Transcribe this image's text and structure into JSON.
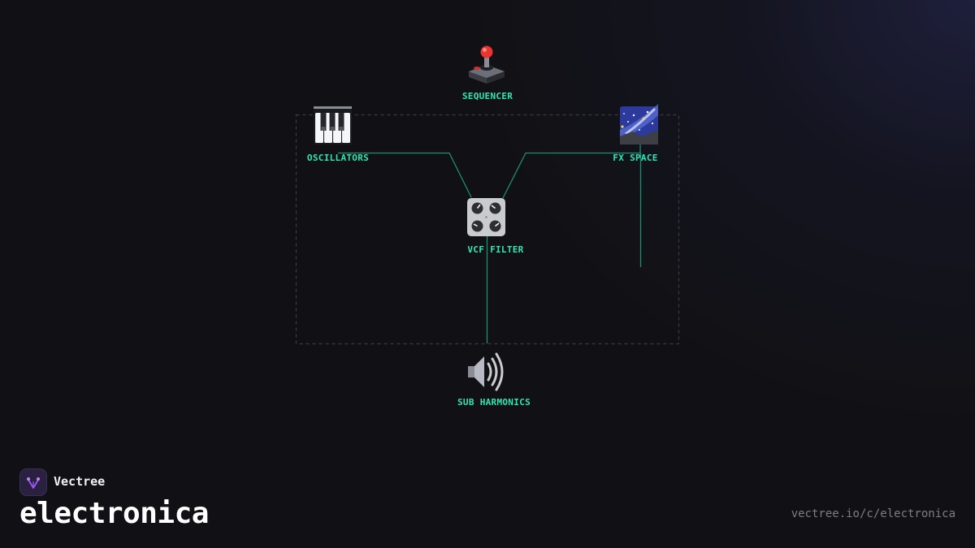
{
  "brand": {
    "name": "Vectree",
    "logo_icon": "vectree-logo-icon"
  },
  "title": "electronica",
  "url": "vectree.io/c/electronica",
  "colors": {
    "background": "#111115",
    "accent": "#2ee6b4",
    "edge": "#1a8f72",
    "group_border": "#3a3a42"
  },
  "nodes": [
    {
      "id": "sequencer",
      "label": "SEQUENCER",
      "icon": "joystick-icon"
    },
    {
      "id": "oscillators",
      "label": "OSCILLATORS",
      "icon": "piano-keys-icon"
    },
    {
      "id": "fx_space",
      "label": "FX SPACE",
      "icon": "milky-way-icon"
    },
    {
      "id": "vcf_filter",
      "label": "VCF FILTER",
      "icon": "control-knobs-icon"
    },
    {
      "id": "sub_harmonics",
      "label": "SUB HARMONICS",
      "icon": "speaker-icon"
    }
  ],
  "edges": [
    {
      "from": "oscillators",
      "to": "vcf_filter"
    },
    {
      "from": "fx_space",
      "to": "vcf_filter"
    },
    {
      "from": "vcf_filter",
      "to": "sub_harmonics"
    }
  ]
}
